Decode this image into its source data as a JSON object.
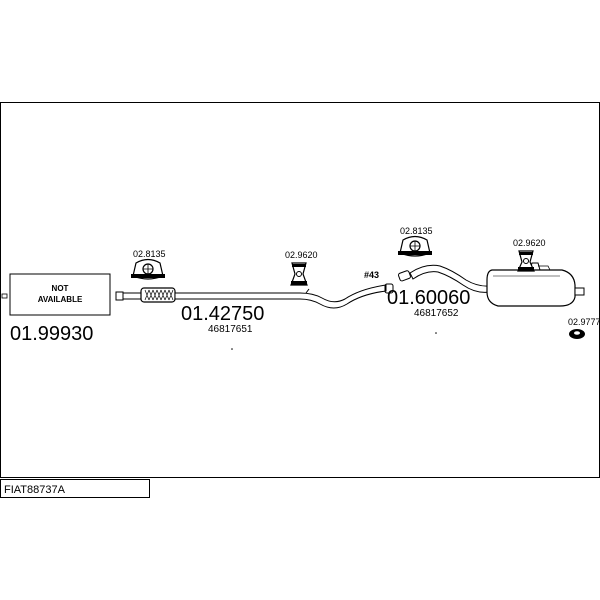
{
  "parts": {
    "not_available_line1": "NOT",
    "not_available_line2": "AVAILABLE",
    "front_pipe_code": "01.99930",
    "clamp_front_code": "02.8135",
    "hanger_mid_code": "02.9620",
    "middle_pipe_code": "01.42750",
    "middle_pipe_oe": "46817651",
    "center_label": "#43",
    "clamp_rear_code": "02.8135",
    "rear_pipe_code": "01.60060",
    "rear_pipe_oe": "46817652",
    "hanger_rear_code": "02.9620",
    "rubber_code": "02.9777"
  },
  "footer": {
    "diagram_id": "FIAT88737A"
  }
}
